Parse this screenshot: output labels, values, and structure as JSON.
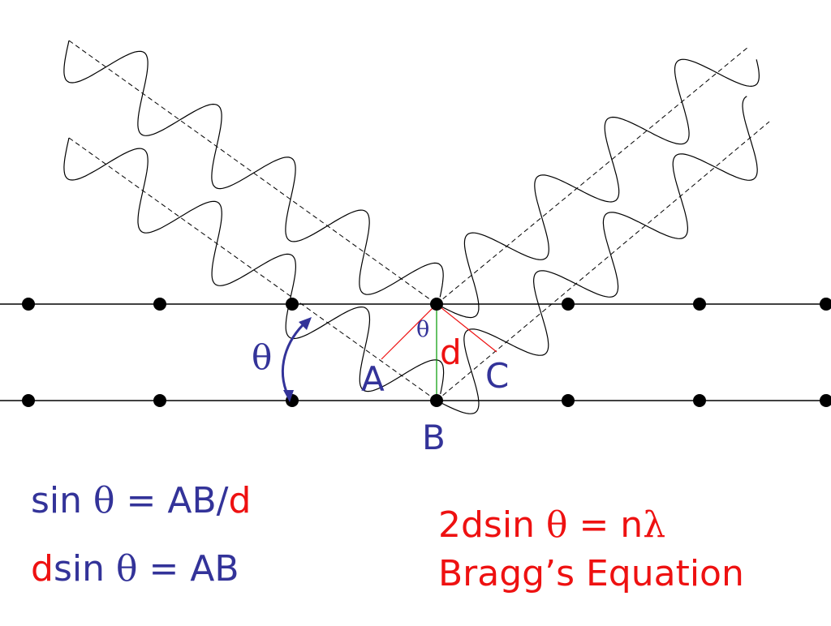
{
  "colors": {
    "blue": "#333399",
    "red": "#ee1111",
    "green": "#009900",
    "black": "#000000"
  },
  "labels": {
    "theta_big": "θ",
    "theta_small": "θ",
    "d": "d",
    "A": "A",
    "B": "B",
    "C": "C"
  },
  "equations": {
    "eq1": {
      "lead": "sin ",
      "theta": "θ",
      "mid": " = AB/",
      "d": "d"
    },
    "eq2": {
      "d": "d",
      "lead": "sin ",
      "theta": "θ",
      "tail": " = AB"
    },
    "bragg": {
      "lead": "2dsin ",
      "theta": "θ",
      "mid": " = n",
      "lambda": "λ"
    },
    "bragg_title": "Bragg’s Equation"
  }
}
